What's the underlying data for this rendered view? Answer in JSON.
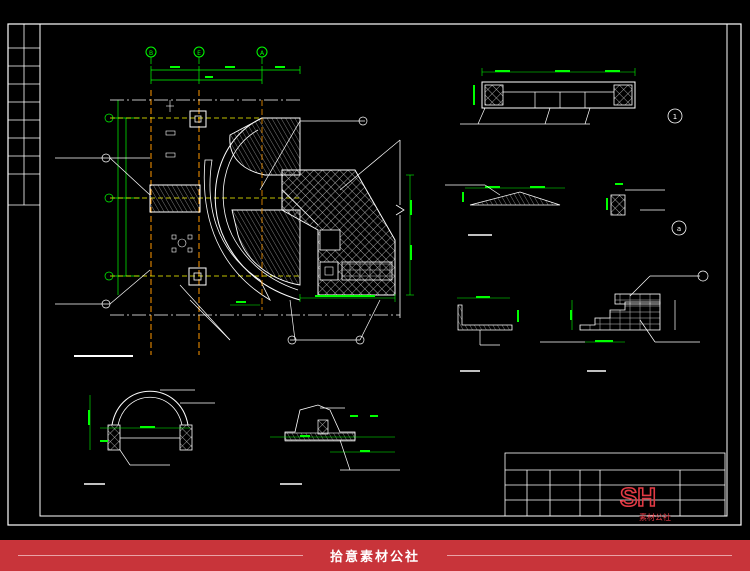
{
  "drawing": {
    "axis_markers_top": [
      "B",
      "E",
      "A"
    ],
    "callout_markers": [
      "1",
      "a"
    ],
    "title_block": {
      "logo_text": "SH",
      "logo_caption": "素材公社"
    }
  },
  "footer": {
    "text": "拾意素材公社"
  },
  "colors": {
    "background": "#000000",
    "line_white": "#ffffff",
    "line_green": "#00ff00",
    "line_yellow": "#ffff00",
    "line_orange": "#ff9900",
    "line_magenta": "#ff00ff",
    "line_cyan": "#00ffff",
    "brand_red": "#c8343a"
  }
}
